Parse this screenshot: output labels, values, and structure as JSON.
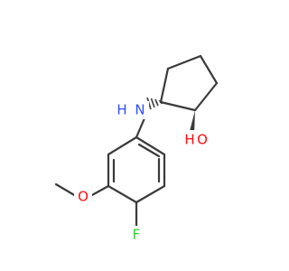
{
  "structure": {
    "atoms": {
      "nitrogen": {
        "text": "N",
        "color": "#3050f8"
      },
      "hydroxyl_h": {
        "text": "H",
        "color": "#ff0d0d"
      },
      "hydroxyl_o": {
        "text": "O",
        "color": "#ff0d0d"
      },
      "methoxy_o": {
        "text": "O",
        "color": "#ff0d0d"
      },
      "fluorine": {
        "text": "F",
        "color": "#33cc33"
      },
      "nh_hydrogen": {
        "text": "H",
        "color": "#3050f8"
      }
    },
    "bond_color": "#3a3a3a"
  }
}
